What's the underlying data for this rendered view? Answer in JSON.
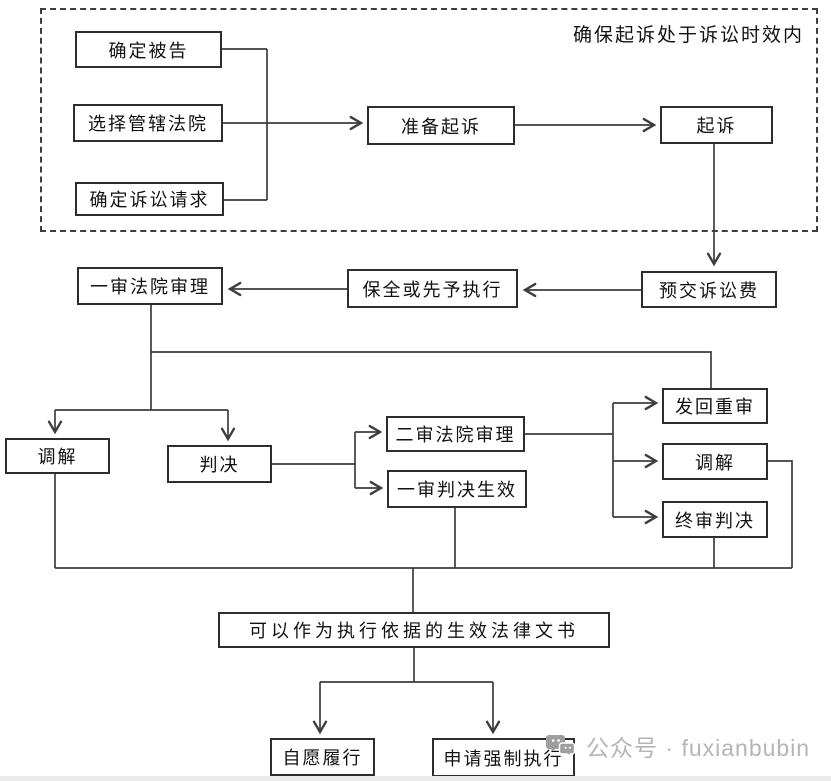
{
  "note": "确保起诉处于诉讼时效内",
  "nodes": [
    {
      "id": "determine-defendant",
      "label": "确定被告"
    },
    {
      "id": "choose-court",
      "label": "选择管辖法院"
    },
    {
      "id": "determine-claims",
      "label": "确定诉讼请求"
    },
    {
      "id": "prepare-lawsuit",
      "label": "准备起诉"
    },
    {
      "id": "file-lawsuit",
      "label": "起诉"
    },
    {
      "id": "prepay-fee",
      "label": "预交诉讼费"
    },
    {
      "id": "preservation-or-advance-execution",
      "label": "保全或先予执行"
    },
    {
      "id": "first-instance-trial",
      "label": "一审法院审理"
    },
    {
      "id": "mediation-first",
      "label": "调解"
    },
    {
      "id": "judgment",
      "label": "判决"
    },
    {
      "id": "second-instance-trial",
      "label": "二审法院审理"
    },
    {
      "id": "first-judgment-effective",
      "label": "一审判决生效"
    },
    {
      "id": "remand-retrial",
      "label": "发回重审"
    },
    {
      "id": "mediation-second",
      "label": "调解"
    },
    {
      "id": "final-judgment",
      "label": "终审判决"
    },
    {
      "id": "effective-legal-documents",
      "label": "可以作为执行依据的生效法律文书"
    },
    {
      "id": "voluntary-performance",
      "label": "自愿履行"
    },
    {
      "id": "apply-compulsory-execution",
      "label": "申请强制执行"
    }
  ],
  "watermark": {
    "icon": "wechat-icon",
    "text": "公众号 · fuxianbubin"
  },
  "colors": {
    "line": "#3d3d3d",
    "box_border": "#2d2d2d",
    "text": "#111111",
    "watermark_text": "#b5b5b5",
    "watermark_icon": "#9e9e9e",
    "bottom_strip": "#eaeaea"
  }
}
